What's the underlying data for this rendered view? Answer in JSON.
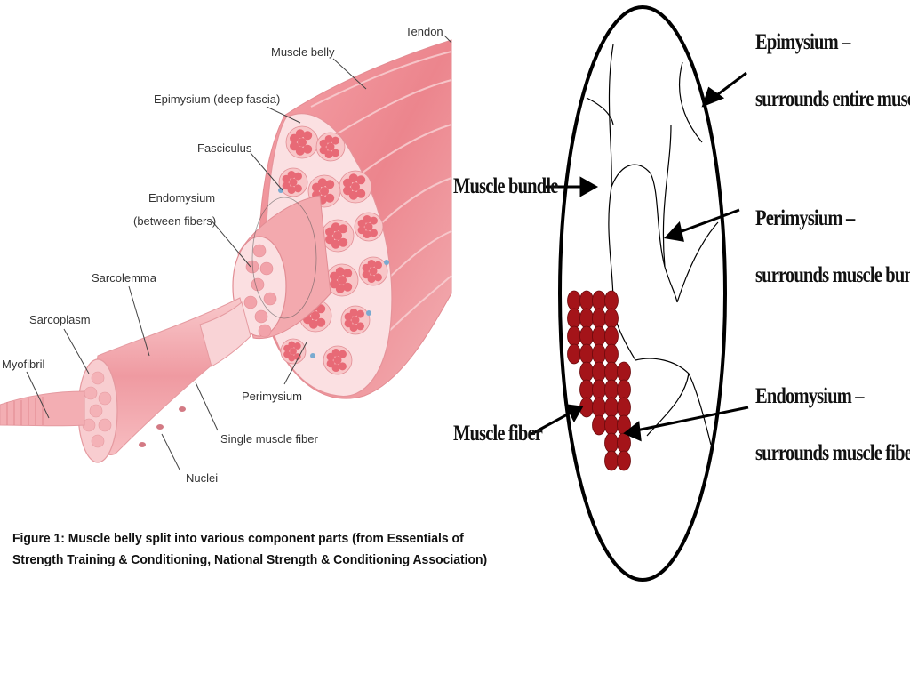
{
  "left_figure": {
    "labels": {
      "tendon": "Tendon",
      "muscle_belly": "Muscle belly",
      "epimysium": "Epimysium (deep fascia)",
      "fasciculus": "Fasciculus",
      "endomysium_line1": "Endomysium",
      "endomysium_line2": "(between fibers)",
      "sarcolemma": "Sarcolemma",
      "sarcoplasm": "Sarcoplasm",
      "myofibril": "Myofibril",
      "perimysium": "Perimysium",
      "single_muscle_fiber": "Single muscle fiber",
      "nuclei": "Nuclei"
    },
    "caption_line1": "Figure 1: Muscle belly split into various component parts (from Essentials of",
    "caption_line2": "Strength Training & Conditioning, National Strength & Conditioning Association)",
    "colors": {
      "muscle": "#ef8f96",
      "muscle_light": "#f8c6c8",
      "fiber_cell": "#e86a76",
      "label_text": "#333333"
    }
  },
  "right_figure": {
    "labels": {
      "epimysium_line1": "Epimysium –",
      "epimysium_line2": "surrounds entire muscle",
      "muscle_bundle": "Muscle bundle",
      "perimysium_line1": "Perimysium –",
      "perimysium_line2": "surrounds muscle bundle",
      "endomysium_line1": "Endomysium –",
      "endomysium_line2": "surrounds muscle fiber",
      "muscle_fiber": "Muscle fiber"
    },
    "colors": {
      "fiber": "#a41419",
      "outline": "#000000"
    }
  }
}
